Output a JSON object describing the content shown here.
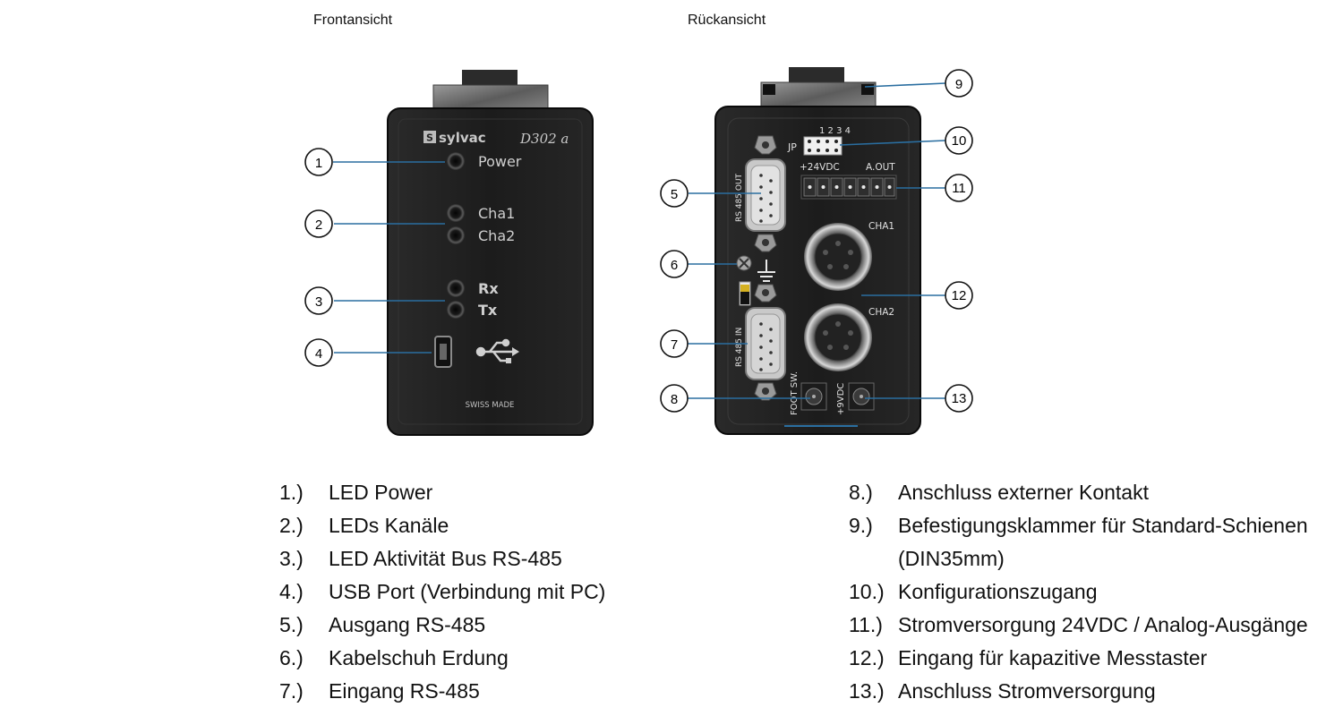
{
  "front_view_title": "Frontansicht",
  "back_view_title": "Rückansicht",
  "front_panel": {
    "brand": "sylvac",
    "model": "D302 a",
    "led_power": "Power",
    "led_cha1": "Cha1",
    "led_cha2": "Cha2",
    "led_rx": "Rx",
    "led_tx": "Tx",
    "swiss_made": "SWISS MADE"
  },
  "back_panel": {
    "jp_label": "JP",
    "jp_pins": "1 2 3 4",
    "power_label": "+24VDC",
    "aout_label": "A.OUT",
    "rs485_out": "RS 485 OUT",
    "rs485_in": "RS 485 IN",
    "cha1": "CHA1",
    "cha2": "CHA2",
    "foot_sw": "FOOT SW.",
    "nine_vdc": "+9VDC"
  },
  "callouts": [
    "1",
    "2",
    "3",
    "4",
    "5",
    "6",
    "7",
    "8",
    "9",
    "10",
    "11",
    "12",
    "13"
  ],
  "legend_left": [
    {
      "num": "1.)",
      "text": "LED Power"
    },
    {
      "num": "2.)",
      "text": "LEDs Kanäle"
    },
    {
      "num": "3.)",
      "text": "LED Aktivität Bus RS-485"
    },
    {
      "num": "4.)",
      "text": "USB Port (Verbindung mit PC)"
    },
    {
      "num": "5.)",
      "text": "Ausgang RS-485"
    },
    {
      "num": "6.)",
      "text": "Kabelschuh Erdung"
    },
    {
      "num": "7.)",
      "text": "Eingang RS-485"
    }
  ],
  "legend_right": [
    {
      "num": "8.)",
      "text": "Anschluss externer Kontakt"
    },
    {
      "num": "9.)",
      "text": "Befestigungsklammer für Standard-Schienen",
      "cont": "(DIN35mm)"
    },
    {
      "num": "10.)",
      "text": "Konfigurationszugang"
    },
    {
      "num": "11.)",
      "text": "Stromversorgung 24VDC / Analog-Ausgänge"
    },
    {
      "num": "12.)",
      "text": "Eingang für kapazitive Messtaster"
    },
    {
      "num": "13.)",
      "text": "Anschluss Stromversorgung"
    }
  ]
}
